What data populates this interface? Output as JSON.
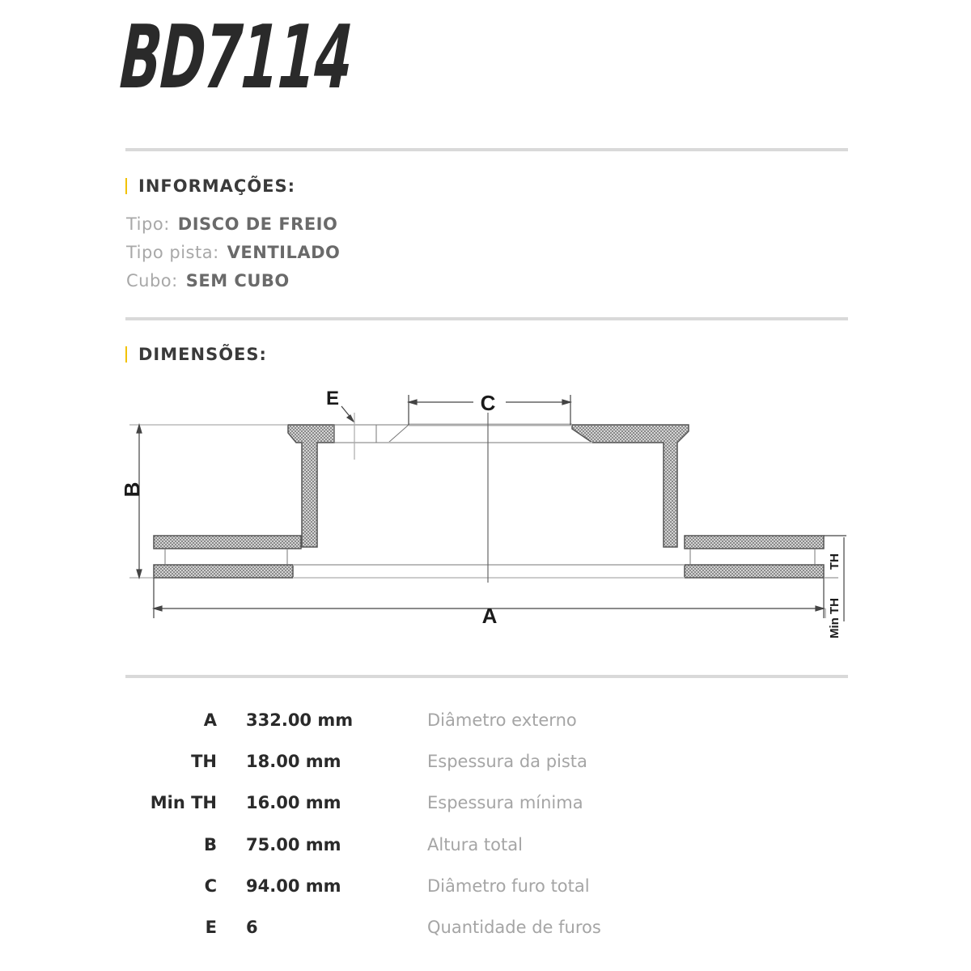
{
  "product": {
    "code": "BD7114"
  },
  "info": {
    "heading": "INFORMAÇÕES:",
    "rows": [
      {
        "label": "Tipo:",
        "value": "DISCO DE FREIO"
      },
      {
        "label": "Tipo pista:",
        "value": "VENTILADO"
      },
      {
        "label": "Cubo:",
        "value": "SEM CUBO"
      }
    ]
  },
  "dimensions": {
    "heading": "DIMENSÕES:",
    "diagram_labels": {
      "a": "A",
      "b": "B",
      "c": "C",
      "e": "E",
      "th": "TH",
      "min_th": "Min TH"
    },
    "specs": [
      {
        "key": "A",
        "value": "332.00 mm",
        "desc": "Diâmetro externo"
      },
      {
        "key": "TH",
        "value": "18.00 mm",
        "desc": "Espessura da pista"
      },
      {
        "key": "Min TH",
        "value": "16.00 mm",
        "desc": "Espessura mínima"
      },
      {
        "key": "B",
        "value": "75.00 mm",
        "desc": "Altura total"
      },
      {
        "key": "C",
        "value": "94.00 mm",
        "desc": "Diâmetro furo total"
      },
      {
        "key": "E",
        "value": "6",
        "desc": "Quantidade de furos"
      }
    ]
  },
  "colors": {
    "accent": "#f2c200",
    "rule": "#d9d9d9",
    "text_dark": "#2a2a2a",
    "text_muted": "#a8a8a8"
  }
}
